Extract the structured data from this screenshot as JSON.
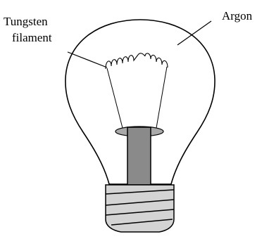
{
  "labels": {
    "filament_line1": "Tungsten",
    "filament_line2": "filament",
    "gas": "Argon"
  },
  "colors": {
    "outline": "#000000",
    "glass": "#ffffff",
    "support": "#8a8a8a",
    "collar": "#a9a9a9",
    "base": "#d4d4d4"
  }
}
